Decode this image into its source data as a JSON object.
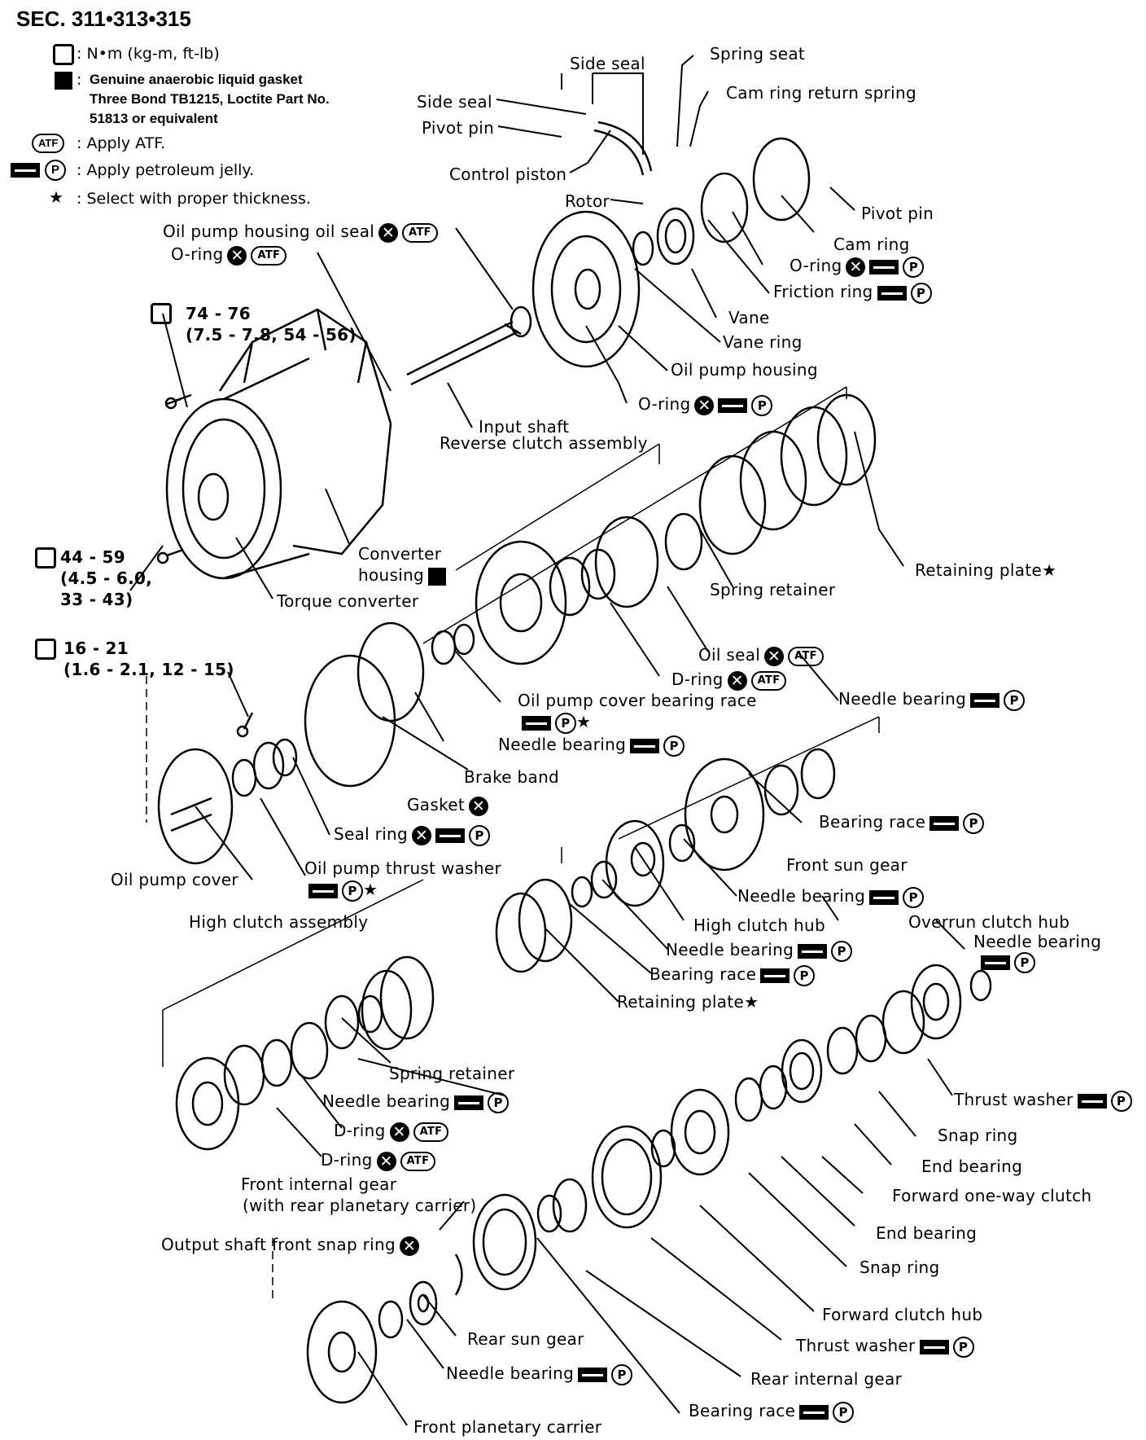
{
  "title": "SEC. 311•313•315",
  "legend": {
    "torque": ": N•m (kg-m, ft-lb)",
    "gasket_line1": "Genuine anaerobic liquid gasket",
    "gasket_line2": "Three Bond TB1215, Loctite Part No.",
    "gasket_line3": "51813 or equivalent",
    "atf_symbol": "ATF",
    "atf": ": Apply ATF.",
    "pj_symbol": "P",
    "pj": ": Apply petroleum jelly.",
    "star_symbol": "★",
    "star": ": Select with proper thickness.",
    "colon": ":"
  },
  "torques": {
    "t1_line1": "74 - 76",
    "t1_line2": "(7.5 - 7.8, 54 - 56)",
    "t2_line1": "44 - 59",
    "t2_line2": "(4.5 - 6.0,",
    "t2_line3": "33 - 43)",
    "t3_line1": "16 - 21",
    "t3_line2": "(1.6 - 2.1, 12 - 15)"
  },
  "labels": {
    "side_seal_top": "Side seal",
    "side_seal": "Side seal",
    "pivot_pin_left": "Pivot pin",
    "control_piston": "Control piston",
    "spring_seat": "Spring seat",
    "cam_ring_return_spring": "Cam ring return spring",
    "rotor": "Rotor",
    "pivot_pin_right": "Pivot pin",
    "cam_ring": "Cam ring",
    "oring_1": "O-ring",
    "friction_ring": "Friction ring",
    "vane": "Vane",
    "vane_ring": "Vane ring",
    "oil_pump_housing": "Oil pump housing",
    "oring_2": "O-ring",
    "oil_pump_housing_oil_seal": "Oil pump housing oil seal",
    "oring_3": "O-ring",
    "input_shaft": "Input shaft",
    "reverse_clutch_assembly": "Reverse clutch assembly",
    "converter_housing_1": "Converter",
    "converter_housing_2": "housing",
    "torque_converter": "Torque converter",
    "retaining_plate_1": "Retaining plate",
    "spring_retainer_1": "Spring retainer",
    "oil_seal": "Oil seal",
    "dring_1": "D-ring",
    "oil_pump_cover_bearing_race": "Oil pump cover bearing race",
    "needle_bearing_1": "Needle bearing",
    "brake_band": "Brake band",
    "gasket": "Gasket",
    "seal_ring": "Seal ring",
    "oil_pump_cover": "Oil pump cover",
    "oil_pump_thrust_washer": "Oil pump thrust washer",
    "needle_bearing_2": "Needle bearing",
    "bearing_race_1": "Bearing race",
    "front_sun_gear": "Front sun gear",
    "needle_bearing_3": "Needle bearing",
    "high_clutch_hub": "High clutch hub",
    "needle_bearing_4": "Needle bearing",
    "bearing_race_2": "Bearing race",
    "retaining_plate_2": "Retaining plate",
    "high_clutch_assembly": "High clutch assembly",
    "overrun_clutch_hub": "Overrun clutch hub",
    "needle_bearing_5": "Needle bearing",
    "spring_retainer_2": "Spring retainer",
    "needle_bearing_6": "Needle bearing",
    "dring_2": "D-ring",
    "dring_3": "D-ring",
    "thrust_washer_1": "Thrust washer",
    "snap_ring_1": "Snap ring",
    "end_bearing_1": "End bearing",
    "forward_one_way_clutch": "Forward one-way clutch",
    "end_bearing_2": "End bearing",
    "snap_ring_2": "Snap ring",
    "forward_clutch_hub": "Forward clutch hub",
    "thrust_washer_2": "Thrust washer",
    "rear_internal_gear": "Rear internal gear",
    "bearing_race_3": "Bearing race",
    "front_internal_gear_1": "Front internal gear",
    "front_internal_gear_2": "(with rear planetary carrier)",
    "output_shaft_front_snap_ring": "Output shaft front snap ring",
    "rear_sun_gear": "Rear sun gear",
    "needle_bearing_7": "Needle bearing",
    "front_planetary_carrier": "Front planetary carrier"
  }
}
